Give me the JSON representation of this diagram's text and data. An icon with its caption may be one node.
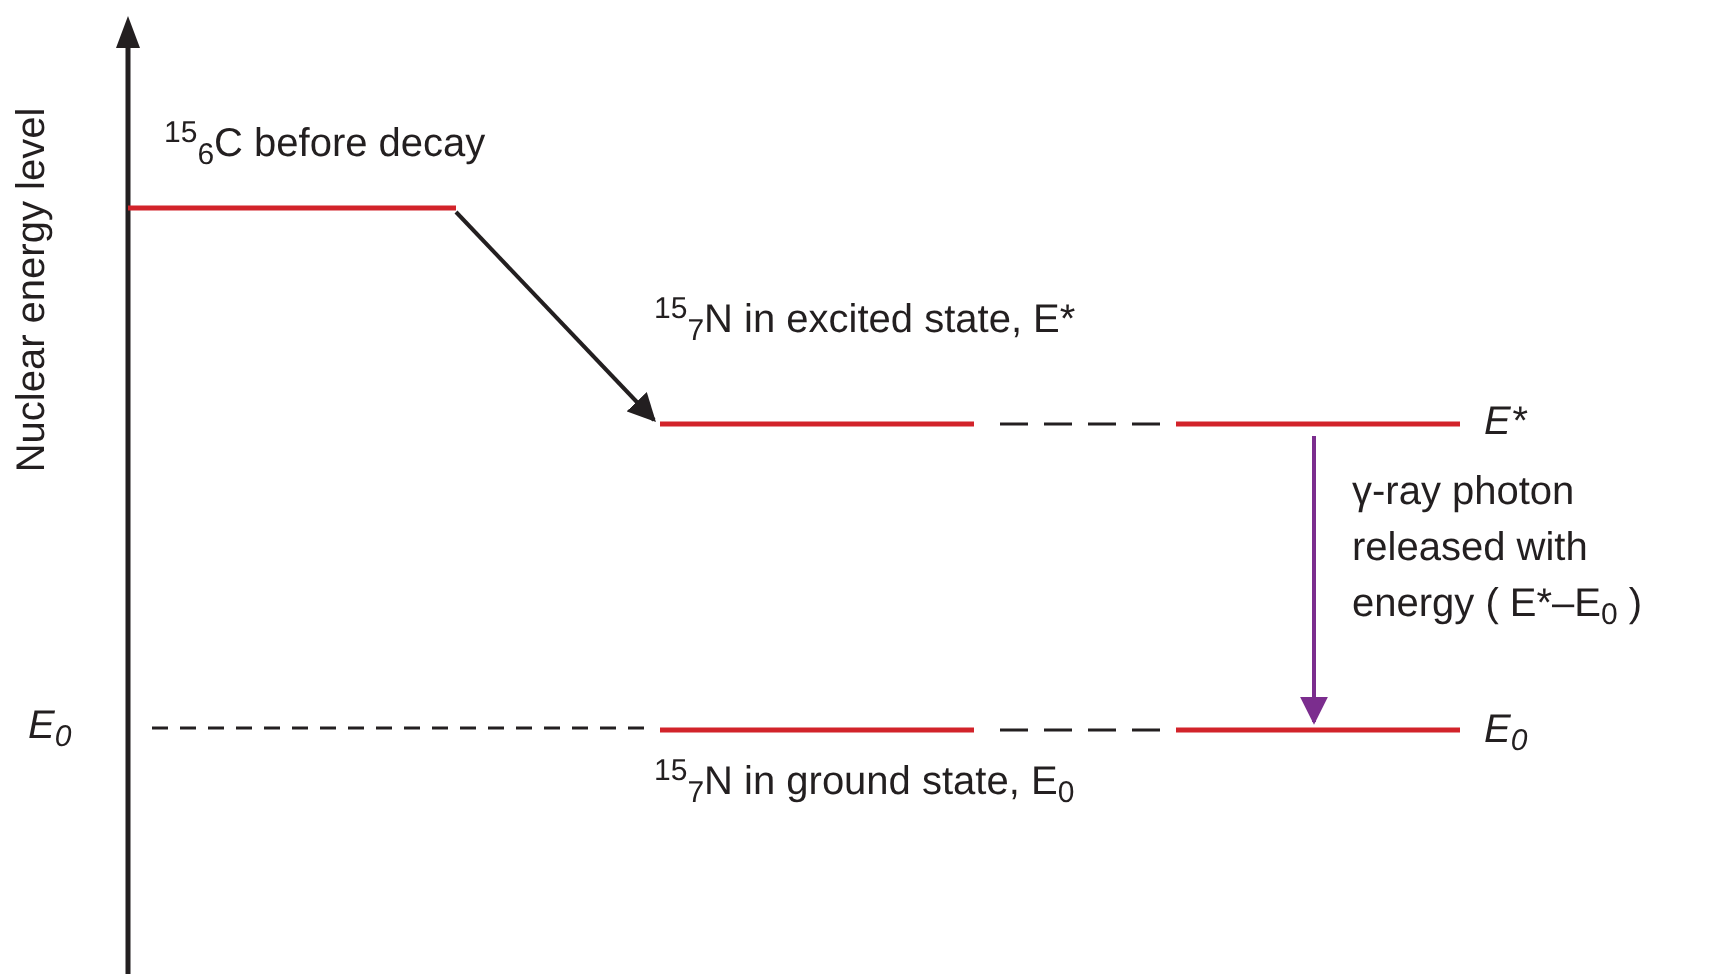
{
  "diagram": {
    "nodes": [
      {
        "text": [
          "$^{15}$$_{6}$C before decay"
        ]
      },
      {
        "text": [
          "$^{15}$$_{7}$N in excited state, E*"
        ]
      },
      {
        "text": [
          "$^{15}$$_{7}$N in ground state, E$_{0}$"
        ]
      }
    ],
    "edges": [
      {
        "from": 0,
        "to": 1,
        "arrow": "to"
      },
      {
        "from": 1,
        "to": 2,
        "arrow": "to",
        "label": "γ-ray photon released with energy ( E*–E$_{0}$ )",
        "color": "#7b2d8e"
      }
    ],
    "labels": [
      "Nuclear energy level",
      "E*",
      "E$_{0}$",
      "E$_{0}$"
    ]
  }
}
